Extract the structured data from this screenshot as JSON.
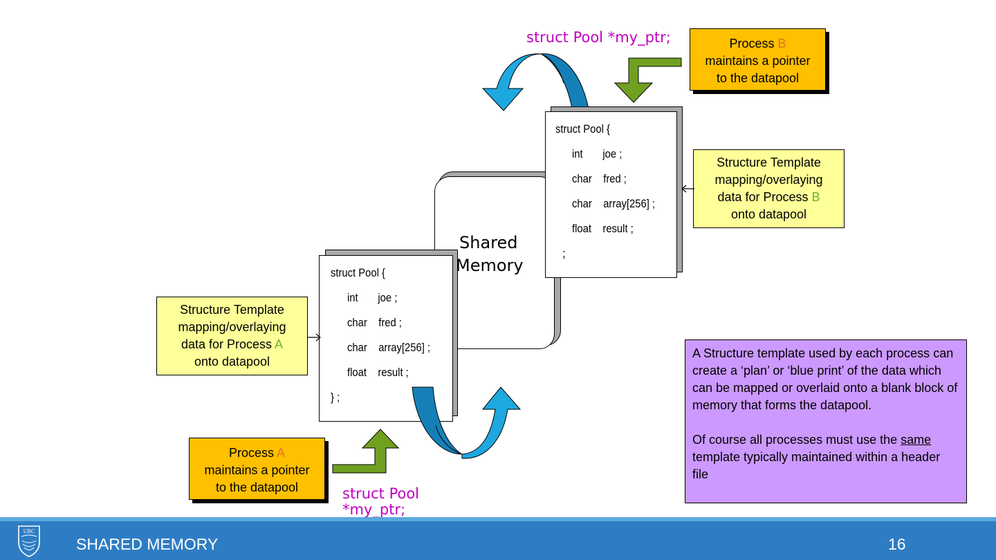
{
  "slide": {
    "footer_title": "SHARED MEMORY",
    "page_number": "16",
    "logo_text": "UBC"
  },
  "shared_memory_label": [
    "Shared",
    "Memory"
  ],
  "pointer_b": "struct Pool *my_ptr;",
  "pointer_a": [
    "struct Pool",
    "*my_ptr;"
  ],
  "process_b": {
    "pre": "Process ",
    "letter": "B",
    "line2": "maintains a pointer",
    "line3": "to the datapool"
  },
  "process_a": {
    "pre": "Process ",
    "letter": "A",
    "line2": "maintains a pointer",
    "line3": "to the datapool"
  },
  "template_b": {
    "line1": "Structure Template",
    "line2": "mapping/overlaying",
    "line3_pre": "data for Process ",
    "letter": "B",
    "line4": "onto datapool"
  },
  "template_a": {
    "line1": "Structure Template",
    "line2": "mapping/overlaying",
    "line3_pre": "data for Process ",
    "letter": "A",
    "line4": "onto datapool"
  },
  "struct_b": {
    "open": "struct Pool {",
    "fields": [
      "int       joe ;",
      "char    fred ;",
      "char    array[256] ;",
      "float    result ;"
    ],
    "close": ";"
  },
  "struct_a": {
    "open": "struct Pool {",
    "fields": [
      "int       joe ;",
      "char    fred ;",
      "char    array[256] ;",
      "float    result ;"
    ],
    "close": "} ;"
  },
  "explanation": {
    "para1": "A Structure template used by each process can create a ‘plan’ or ‘blue print’ of the data which can be mapped or overlaid onto a blank block of memory that forms the datapool.",
    "para2_pre": "Of course all processes must use the ",
    "para2_underline": "same",
    "para2_post": " template typically maintained within a header file"
  },
  "colors": {
    "process_letter": "#e07820",
    "template_letter": "#70b030",
    "pointer_text": "#c000c0",
    "footer_bg": "#2e7dc4",
    "arrow_light": "#1ea8e0",
    "arrow_dark": "#1580b8",
    "green_arrow": "#70a020"
  }
}
